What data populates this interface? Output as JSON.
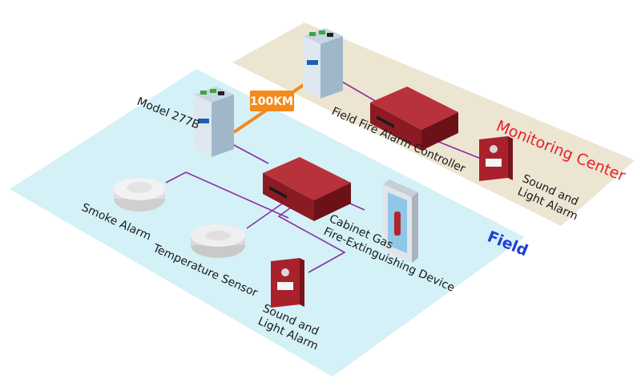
{
  "zones": {
    "monitoring": {
      "label": "Monitoring Center",
      "color": "#e8202a"
    },
    "field": {
      "label": "Field",
      "color": "#1d3fd8"
    }
  },
  "link": {
    "label": "100KM",
    "color": "#f28a1c"
  },
  "labels": {
    "model": "Model 277B",
    "controller": "Field Fire Alarm Controller",
    "sound_light_center_1": "Sound and",
    "sound_light_center_2": "Light Alarm",
    "smoke": "Smoke Alarm",
    "temperature": "Temperature Sensor",
    "sound_light_field_1": "Sound and",
    "sound_light_field_2": "Light Alarm",
    "cabinet_1": "Cabinet Gas",
    "cabinet_2": "Fire-Extinguishing Device"
  },
  "icons": {
    "converter": "converter-icon",
    "controller": "fire-alarm-controller-icon",
    "smoke": "smoke-detector-icon",
    "temperature": "temperature-sensor-icon",
    "sound_light": "sound-light-alarm-icon",
    "cabinet": "gas-extinguisher-cabinet-icon"
  },
  "colors": {
    "field_plane": "#d4f1f7",
    "center_plane": "#ece5d2",
    "wire": "#8a2fa0",
    "device_red": "#a9212b"
  }
}
